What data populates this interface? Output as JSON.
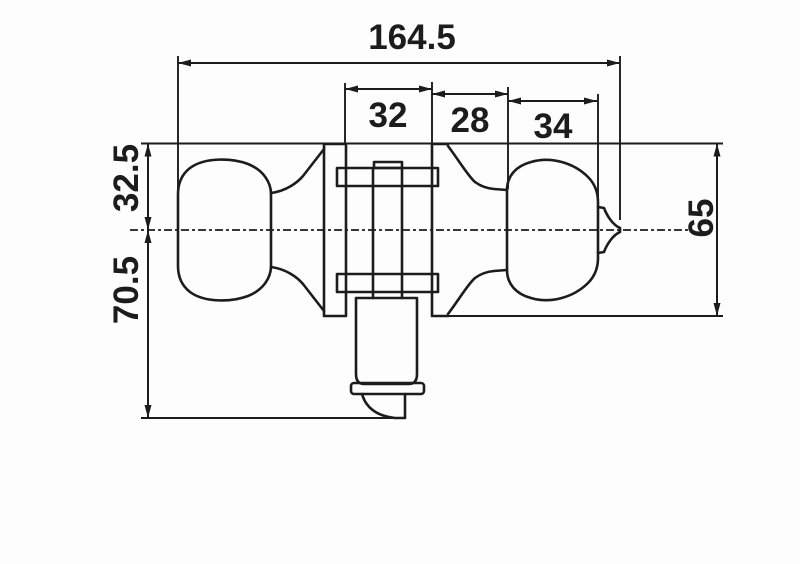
{
  "diagram": {
    "type": "technical-drawing",
    "subject": "Door knob lockset - side view dimensional drawing",
    "line_color": "#1c1c1c",
    "background_color": "#fdfdfd",
    "dimensions": {
      "overall_width": "164.5",
      "chassis_section_width": "32",
      "rose_neck_section_width": "28",
      "knob_section_width": "34",
      "centerline_to_top_height": "32.5",
      "centerline_to_latch_bottom_height": "70.5",
      "rose_diameter": "65"
    }
  }
}
